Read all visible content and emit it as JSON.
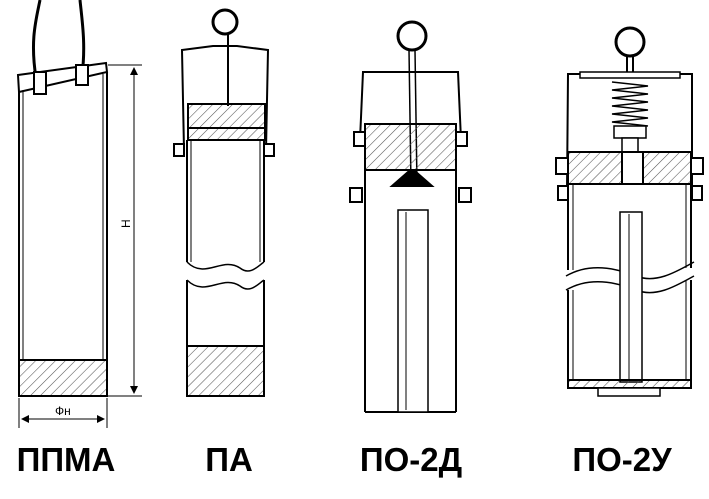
{
  "labels": {
    "ppma": "ППМА",
    "pa": "ПА",
    "po2d": "ПО-2Д",
    "po2u": "ПО-2У"
  },
  "dimensions": {
    "height": "Н",
    "diameter": "Фн"
  }
}
